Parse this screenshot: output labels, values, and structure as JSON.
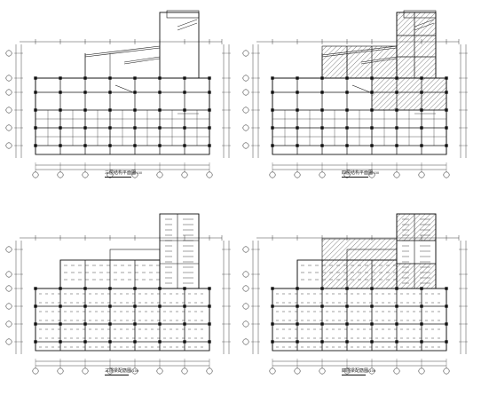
{
  "drawing_sheet": {
    "colors": {
      "line": "#111111",
      "hatch": "#333333",
      "background": "#ffffff"
    },
    "panels": [
      {
        "id": "tl",
        "title": "三层结构平面图",
        "scale": "1:100",
        "hatched": false,
        "kind": "plan"
      },
      {
        "id": "tr",
        "title": "四层结构平面图",
        "scale": "1:100",
        "hatched": true,
        "kind": "plan"
      },
      {
        "id": "bl",
        "title": "三层梁配筋图",
        "scale": "1:100",
        "hatched": false,
        "kind": "beam"
      },
      {
        "id": "br",
        "title": "四层梁配筋图",
        "scale": "1:100",
        "hatched": true,
        "kind": "beam"
      }
    ]
  }
}
